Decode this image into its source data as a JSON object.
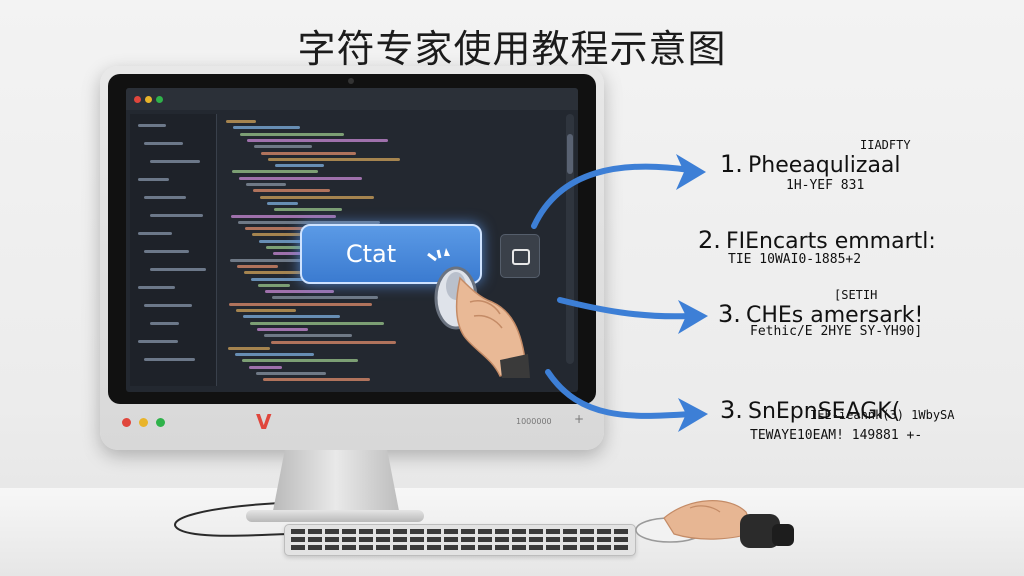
{
  "page": {
    "title": "字符专家使用教程示意图"
  },
  "screen": {
    "button_label": "Ctat",
    "chin_text": "1000000",
    "chin_plus": "+",
    "logo": "V"
  },
  "colors": {
    "button_blue": "#3b7bd0",
    "arrow_blue": "#3d7fd6",
    "dot_red": "#e0463c",
    "dot_yellow": "#e9b42a",
    "dot_green": "#2fb24a"
  },
  "steps": [
    {
      "num": "1.",
      "head": "Pheeaqulizaal",
      "tag": "IIADFTY",
      "sub": "1H-YEF 831"
    },
    {
      "num": "2.",
      "head": "FIEncarts emmartl:",
      "tag": "",
      "sub": "TIE 10WAI0-1885+2"
    },
    {
      "num": "3.",
      "head": "CHEs amersark!",
      "tag": "[SETIH",
      "sub": "Fethic/E 2HYE SY-YH90]"
    },
    {
      "num": "3.",
      "head": "SnEpnSEAGK(",
      "tag": "IEE-ieannk(3) 1WbySA",
      "sub": "TEWAYE10EAM!    149881 +-"
    }
  ],
  "icons": [
    "cursor-click-icon",
    "pointing-hand-icon",
    "window-icon",
    "computer-mouse-icon"
  ]
}
